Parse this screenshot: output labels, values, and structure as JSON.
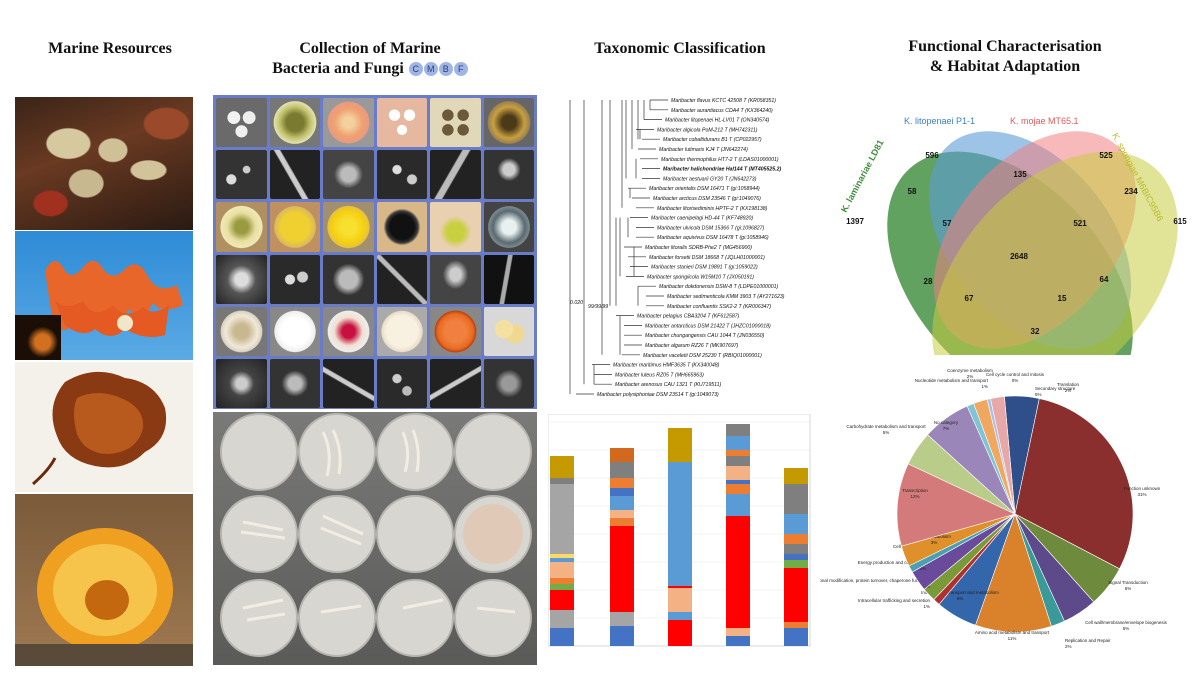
{
  "headers": {
    "marine": "Marine Resources",
    "collection_line1": "Collection of Marine",
    "collection_line2": "Bacteria and Fungi",
    "badge": [
      "C",
      "M",
      "B",
      "F"
    ],
    "taxonomy": "Taxonomic Classification",
    "functional_line1": "Functional Characterisation",
    "functional_line2": "& Habitat Adaptation"
  },
  "tree": {
    "taxa": [
      "Maribacter flavus KCTC 42508 T (KR058351)",
      "Maribacter aurantiacus CDA4 T (KX364240)",
      "Maribacter litopenaei HL-LV01 T (ON340574)",
      "Maribacter algicola PoM-212 T (MH742311)",
      "Maribacter cobaltidurans B1 T (CP022957)",
      "Maribacter lutimaris KJ4 T (JN642274)",
      "Maribacter thermophilus HT7-2 T (LDAS01000001)",
      "Maribacter halichondriae Hal144 T (MT405525.2)",
      "Maribacter aestuarii GY20 T (JN642273)",
      "Maribacter orientalis DSM 16471 T (gi:1058944)",
      "Maribacter arcticus DSM 23546 T (gi:1049076)",
      "Maribacter litorisediminis HPTF-2 T (KX198138)",
      "Maribacter caenipelagi HD-44 T (KF748920)",
      "Maribacter ulvicola DSM 15366 T (gi:1096827)",
      "Maribacter aquivivus DSM 16478 T (gi:1058946)",
      "Maribacter litoralis SDRB-Phe2 T (MG456900)",
      "Maribacter forsetii DSM 18668 T (JQLH01000001)",
      "Maribacter stanieri DSM 19891 T (gi:1059022)",
      "Maribacter spongiicola W15M10 T (JX050191)",
      "Maribacter dokdonensis DSW-8 T (LDPE01000001)",
      "Maribacter sedimenticola KMM 3903 T (AY271623)",
      "Maribacter confluentis SSK2-2 T (KR006347)",
      "Maribacter pelagius CBA3204 T (KF612587)",
      "Maribacter antarcticus DSM 21422 T (JHZC01000018)",
      "Maribacter chungangensis CAU 1044 T (JN036550)",
      "Maribacter algarum RZ26 T (MK907697)",
      "Maribacter vaceletii DSM 25230 T (RBIQ01000001)",
      "Maribacter maritimus HMF3635 T (KX340048)",
      "Maribacter luteus RZ05 T (MH665963)",
      "Maribacter arenosus CAU 1321 T (KU719511)",
      "Maribacter polysiphoniae DSM 23514 T (gi:1049073)"
    ],
    "bold_index": 7,
    "scale_label": "0.020",
    "bootstrap_labels": [
      "99/99/99"
    ]
  },
  "venn": {
    "sets": [
      {
        "name": "K. laminariae LD81",
        "color": "#3e8e3e"
      },
      {
        "name": "K. litopenaei P1-1",
        "color": "#5b9bd5"
      },
      {
        "name": "K. mojae MT65.1",
        "color": "#f08080"
      },
      {
        "name": "K. spongiae M6BIC95B6",
        "color": "#c9cc3f"
      }
    ],
    "counts": [
      "596",
      "525",
      "135",
      "58",
      "234",
      "1397",
      "57",
      "521",
      "615",
      "2648",
      "28",
      "64",
      "67",
      "15",
      "32"
    ]
  },
  "pie": {
    "slices": [
      {
        "label": "Secondary structure",
        "pct": "5%",
        "value": 5,
        "color": "#2e4f8a"
      },
      {
        "label": "Function unknown",
        "pct": "31%",
        "value": 31,
        "color": "#8b2e2e"
      },
      {
        "label": "Signal Transduction",
        "pct": "6%",
        "value": 6,
        "color": "#6e8b3d"
      },
      {
        "label": "Cell wall/membrane/envelope biogenesis",
        "pct": "5%",
        "value": 5,
        "color": "#5d4a8a"
      },
      {
        "label": "Replication and Repair",
        "pct": "2%",
        "value": 2,
        "color": "#3a9a9a"
      },
      {
        "label": "Amino acid metabolism and transport",
        "pct": "11%",
        "value": 11,
        "color": "#d9822b"
      },
      {
        "label": "Inorganic ion transport and metabolism",
        "pct": "6%",
        "value": 6,
        "color": "#3366aa"
      },
      {
        "label": "Intracellular trafficking and secretion",
        "pct": "1%",
        "value": 1,
        "color": "#b03030"
      },
      {
        "label": "Post-translational modification, protein turnover, chaperone functions",
        "pct": "2%",
        "value": 2,
        "color": "#7a9a3a"
      },
      {
        "label": "Energy production and conversion",
        "pct": "3%",
        "value": 3,
        "color": "#6a4a9a"
      },
      {
        "label": "Cell motility",
        "pct": "1%",
        "value": 1,
        "color": "#4aa0b0"
      },
      {
        "label": "Lipid metabolism",
        "pct": "3%",
        "value": 3,
        "color": "#e0902a"
      },
      {
        "label": "Transcription",
        "pct": "12%",
        "value": 12,
        "color": "#d47a7a"
      },
      {
        "label": "Carbohydrate metabolism and transport",
        "pct": "5%",
        "value": 5,
        "color": "#b9cc8a"
      },
      {
        "label": "No category",
        "pct": "7%",
        "value": 7,
        "color": "#9a86b8"
      },
      {
        "label": "Nucleotide metabolism and transport",
        "pct": "1%",
        "value": 1,
        "color": "#7ec4d4"
      },
      {
        "label": "Coenzyme metabolism",
        "pct": "2%",
        "value": 2,
        "color": "#f0a860"
      },
      {
        "label": "Cell cycle control and mitosis",
        "pct": "0%",
        "value": 0.5,
        "color": "#a8c0e8"
      },
      {
        "label": "Translation",
        "pct": "2%",
        "value": 2,
        "color": "#e8a8a8"
      }
    ]
  },
  "bars": {
    "colors": {
      "blue": "#4472c4",
      "gray": "#a5a5a5",
      "red": "#ff0000",
      "orange": "#ed7d31",
      "gold": "#c59a00",
      "lightblue": "#5b9bd5",
      "green": "#70ad47",
      "darkgray": "#7f7f7f",
      "darkorange": "#d2691e",
      "peach": "#f4b183",
      "yellow": "#ffd966"
    },
    "columns": [
      [
        [
          "blue",
          18
        ],
        [
          "gray",
          18
        ],
        [
          "red",
          20
        ],
        [
          "green",
          6
        ],
        [
          "orange",
          6
        ],
        [
          "peach",
          16
        ],
        [
          "lightblue",
          4
        ],
        [
          "yellow",
          4
        ],
        [
          "gray",
          70
        ],
        [
          "darkgray",
          6
        ],
        [
          "gold",
          22
        ]
      ],
      [
        [
          "blue",
          20
        ],
        [
          "gray",
          14
        ],
        [
          "red",
          86
        ],
        [
          "orange",
          8
        ],
        [
          "peach",
          8
        ],
        [
          "lightblue",
          14
        ],
        [
          "blue",
          8
        ],
        [
          "orange",
          10
        ],
        [
          "darkgray",
          16
        ],
        [
          "darkorange",
          14
        ]
      ],
      [
        [
          "red",
          26
        ],
        [
          "lightblue",
          8
        ],
        [
          "peach",
          24
        ],
        [
          "red",
          2
        ],
        [
          "lightblue",
          124
        ],
        [
          "gold",
          34
        ]
      ],
      [
        [
          "blue",
          10
        ],
        [
          "peach",
          8
        ],
        [
          "red",
          112
        ],
        [
          "lightblue",
          22
        ],
        [
          "orange",
          10
        ],
        [
          "blue",
          4
        ],
        [
          "peach",
          14
        ],
        [
          "darkgray",
          10
        ],
        [
          "orange",
          6
        ],
        [
          "lightblue",
          14
        ],
        [
          "darkgray",
          12
        ]
      ],
      [
        [
          "blue",
          18
        ],
        [
          "orange",
          6
        ],
        [
          "red",
          54
        ],
        [
          "green",
          8
        ],
        [
          "blue",
          6
        ],
        [
          "darkgray",
          10
        ],
        [
          "orange",
          10
        ],
        [
          "lightblue",
          20
        ],
        [
          "darkgray",
          30
        ],
        [
          "gold",
          16
        ]
      ]
    ]
  }
}
